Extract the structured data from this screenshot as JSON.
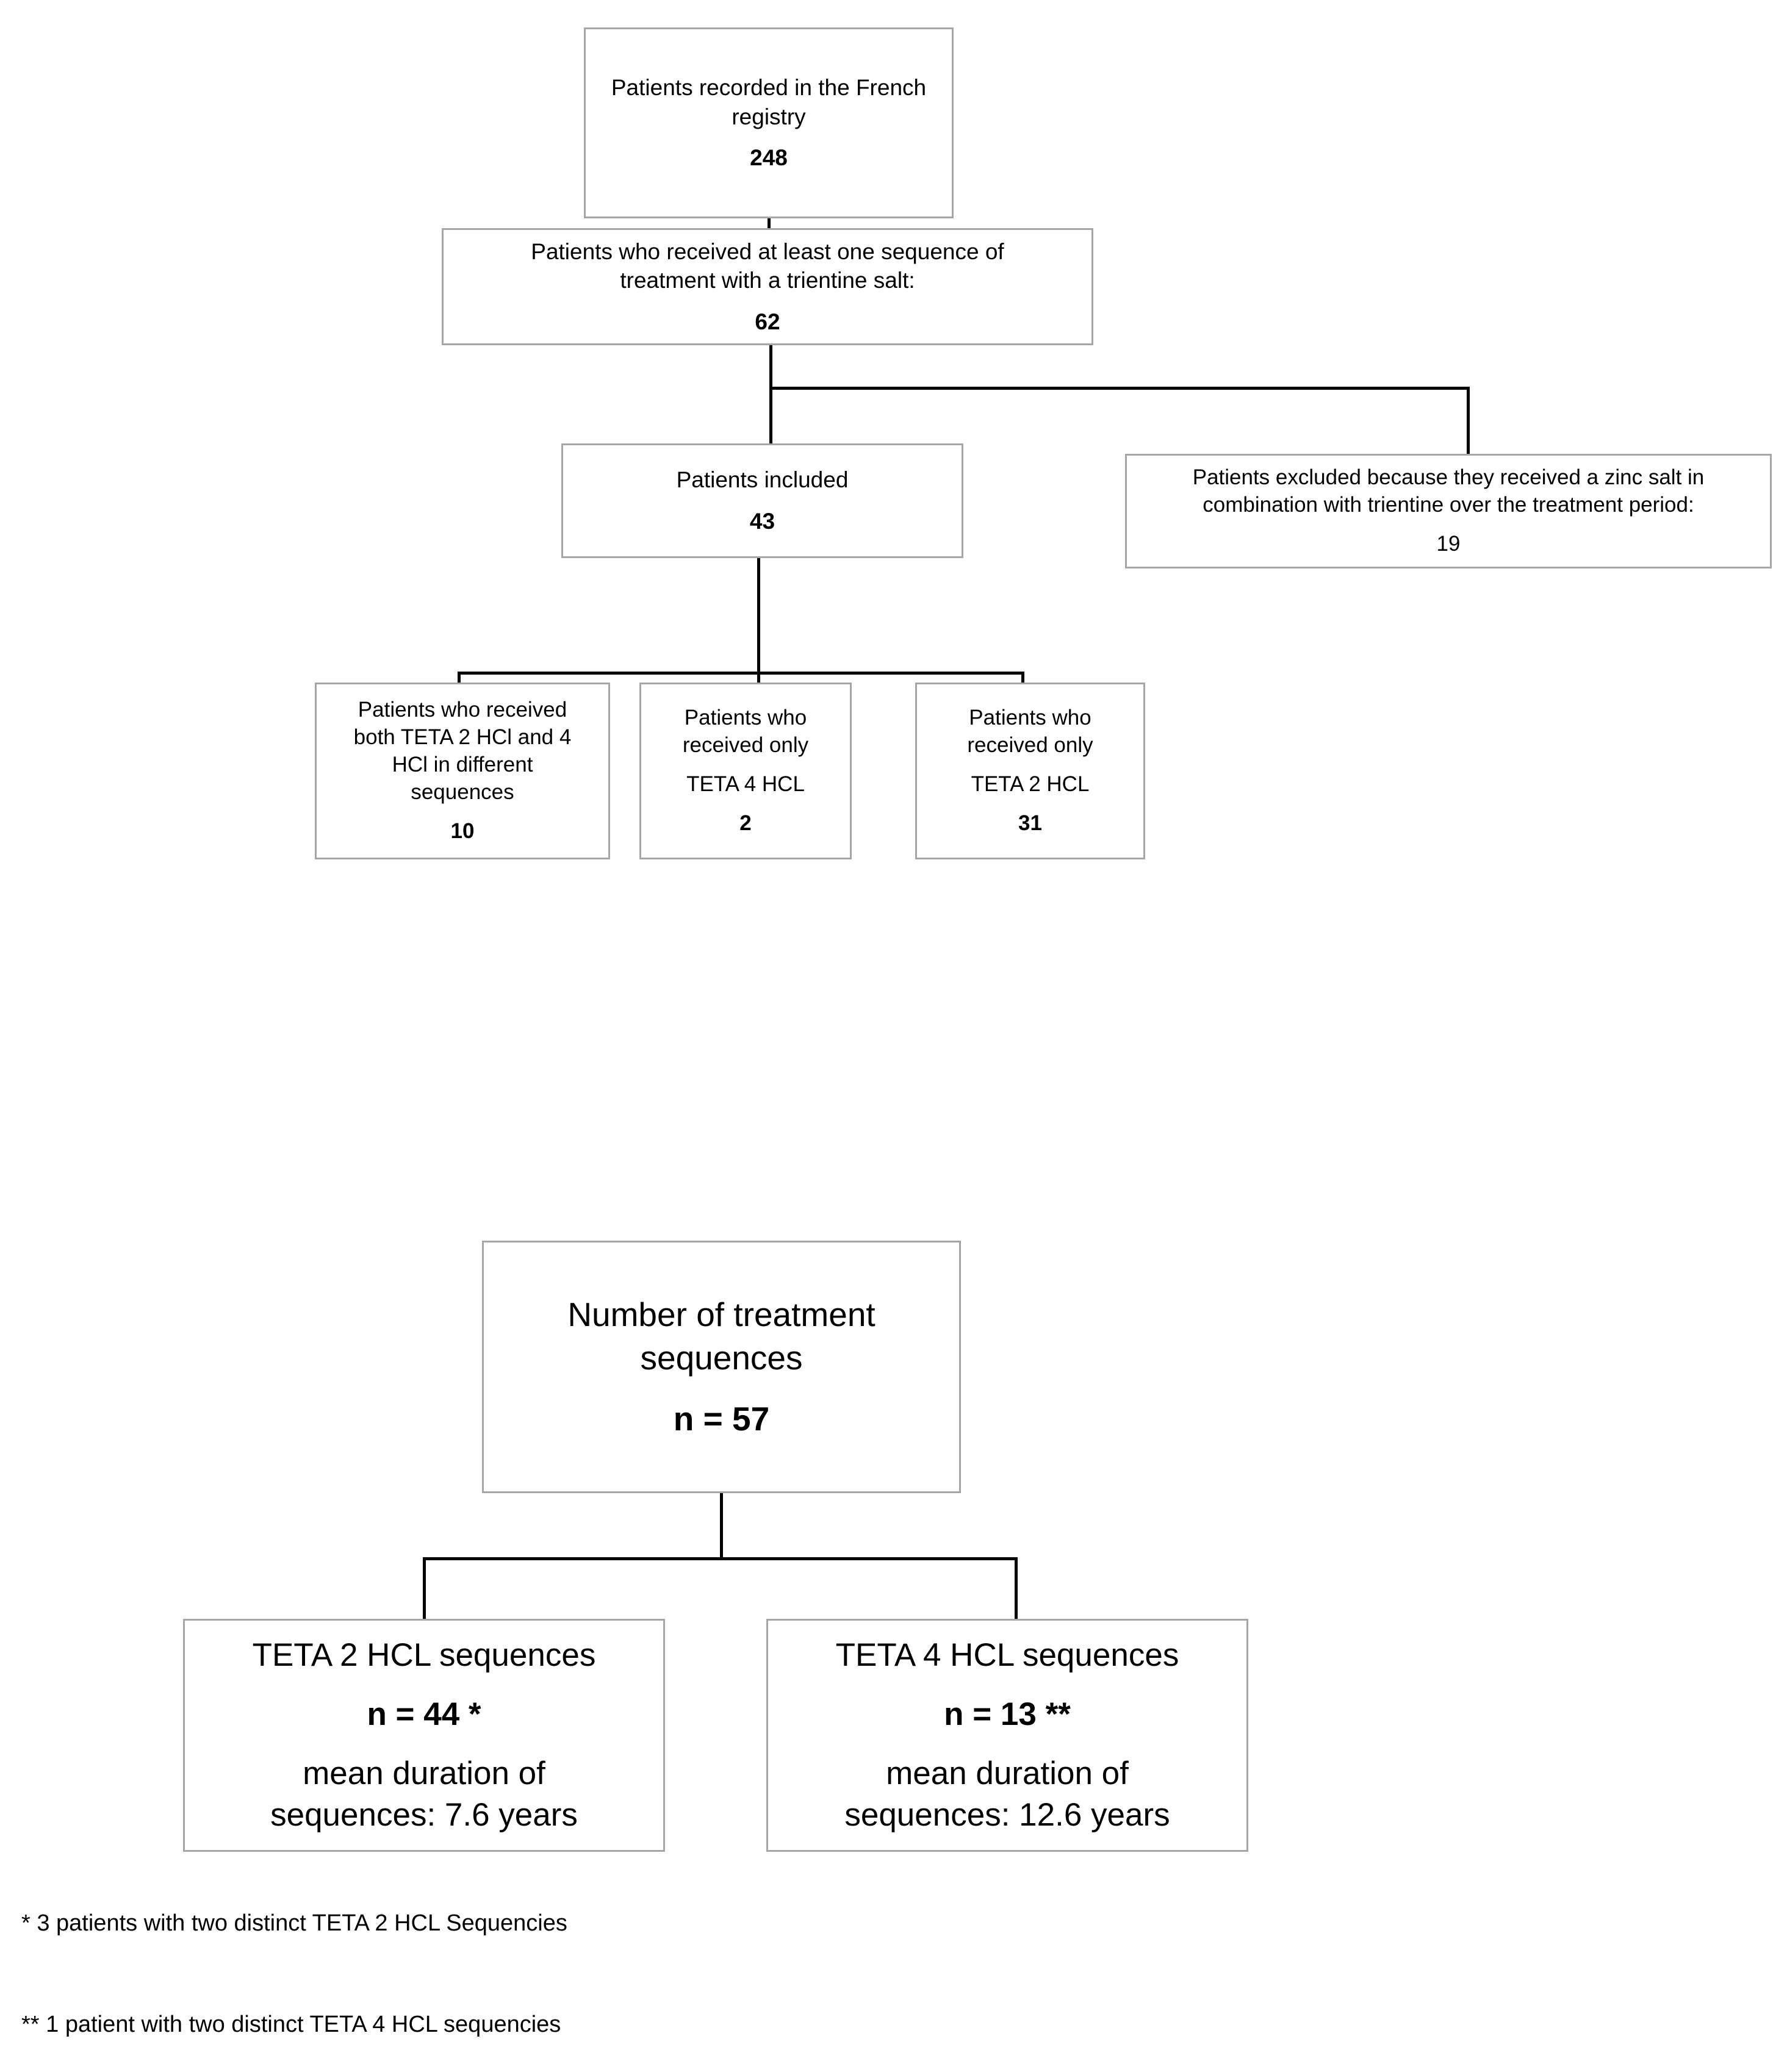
{
  "figure": {
    "title": "Patient and treatment-sequence flow diagram",
    "box_border_color": "#a6a6a6",
    "connector_color": "#000000",
    "background_color": "#ffffff"
  },
  "flow_top": {
    "registry_box": {
      "line1": "Patients recorded in the French",
      "line2": "registry",
      "count": "248"
    },
    "trientine_box": {
      "line1": "Patients who received at least one sequence of",
      "line2": "treatment with a trientine salt:",
      "count": "62"
    },
    "included_box": {
      "line1": "Patients included",
      "count": "43"
    },
    "excluded_box": {
      "line1": "Patients excluded because they received a zinc salt in",
      "line2": "combination with trientine over the treatment period:",
      "count": "19"
    },
    "both_box": {
      "line1": "Patients who received",
      "line2": "both TETA 2 HCl and 4",
      "line3": "HCl in different",
      "line4": "sequences",
      "count": "10"
    },
    "only4_box": {
      "line1": "Patients who",
      "line2": "received only",
      "line3": "TETA 4 HCL",
      "count": "2"
    },
    "only2_box": {
      "line1": "Patients who",
      "line2": "received only",
      "line3": "TETA 2 HCL",
      "count": "31"
    }
  },
  "flow_bottom": {
    "sequences_box": {
      "line1": "Number of treatment",
      "line2": "sequences",
      "count": "n = 57"
    },
    "teta2_box": {
      "line1": "TETA 2 HCL sequences",
      "count": "n = 44 *",
      "line3": "mean duration  of",
      "line4": "sequences: 7.6 years"
    },
    "teta4_box": {
      "line1": "TETA 4 HCL sequences",
      "count": "n = 13 **",
      "line3": "mean duration  of",
      "line4": "sequences: 12.6 years"
    }
  },
  "footnotes": {
    "one": "* 3 patients with two distinct TETA 2 HCL Sequencies",
    "two": "** 1 patient with two distinct TETA 4 HCL sequencies"
  },
  "chart_data": {
    "type": "table",
    "title": "Patient and treatment-sequence flow diagram",
    "nodes": [
      {
        "id": "registry",
        "label": "Patients recorded in the French registry",
        "value": 248
      },
      {
        "id": "trientine",
        "label": "Patients who received at least one sequence of treatment with a trientine salt:",
        "value": 62
      },
      {
        "id": "included",
        "label": "Patients included",
        "value": 43
      },
      {
        "id": "excluded",
        "label": "Patients excluded because they received a zinc salt in combination with trientine over the treatment period:",
        "value": 19
      },
      {
        "id": "both",
        "label": "Patients who received both TETA 2 HCl and 4 HCl in different sequences",
        "value": 10
      },
      {
        "id": "only4",
        "label": "Patients who received only TETA 4 HCL",
        "value": 2
      },
      {
        "id": "only2",
        "label": "Patients who received only TETA 2 HCL",
        "value": 31
      },
      {
        "id": "sequences",
        "label": "Number of treatment sequences",
        "value": 57
      },
      {
        "id": "teta2seq",
        "label": "TETA 2 HCL sequences",
        "value": 44,
        "mean_duration_years": 7.6
      },
      {
        "id": "teta4seq",
        "label": "TETA 4 HCL sequences",
        "value": 13,
        "mean_duration_years": 12.6
      }
    ],
    "edges": [
      {
        "from": "registry",
        "to": "trientine"
      },
      {
        "from": "trientine",
        "to": "included"
      },
      {
        "from": "trientine",
        "to": "excluded"
      },
      {
        "from": "included",
        "to": "both"
      },
      {
        "from": "included",
        "to": "only4"
      },
      {
        "from": "included",
        "to": "only2"
      },
      {
        "from": "sequences",
        "to": "teta2seq"
      },
      {
        "from": "sequences",
        "to": "teta4seq"
      }
    ]
  }
}
